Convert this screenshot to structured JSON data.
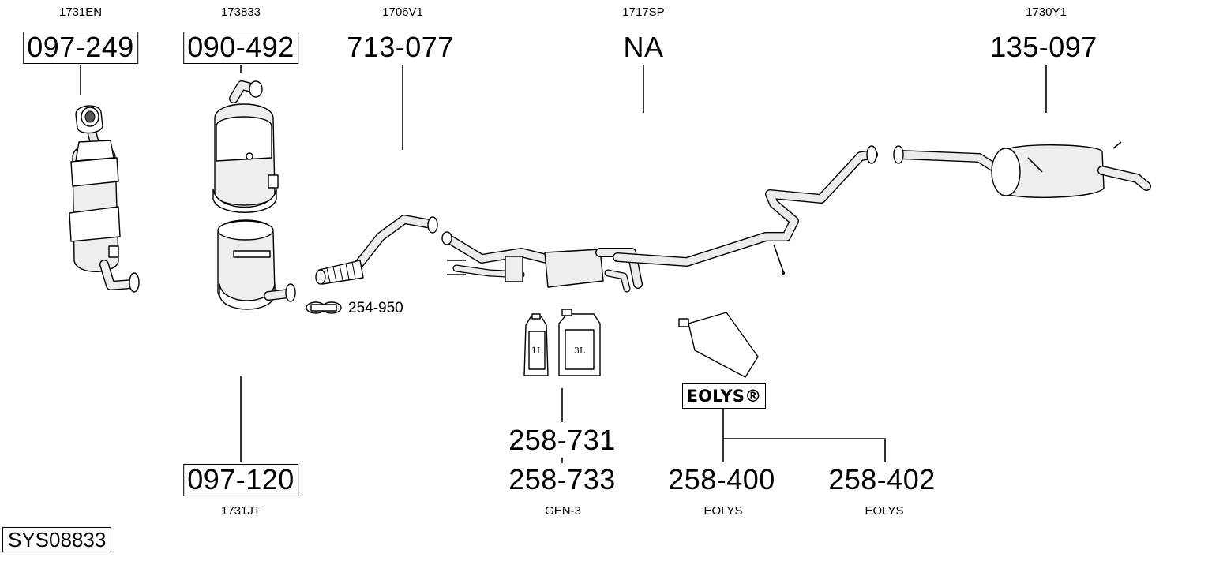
{
  "diagram": {
    "code": "SYS08833",
    "parts": [
      {
        "ref": "1731EN",
        "number": "097-249"
      },
      {
        "ref": "173833",
        "number": "090-492"
      },
      {
        "ref": "1706V1",
        "number": "713-077"
      },
      {
        "ref": "1717SP",
        "number": "NA"
      },
      {
        "ref": "1730Y1",
        "number": "135-097"
      },
      {
        "ref": "1731JT",
        "number": "097-120"
      }
    ],
    "clamp": {
      "number": "254-950"
    },
    "fluids": {
      "numbers": [
        "258-731",
        "258-733"
      ],
      "ref": "GEN-3",
      "bottle_small": "1L",
      "bottle_large": "3L"
    },
    "eolys": {
      "logo": "EOLYS®",
      "items": [
        {
          "number": "258-400",
          "ref": "EOLYS"
        },
        {
          "number": "258-402",
          "ref": "EOLYS"
        }
      ]
    }
  }
}
